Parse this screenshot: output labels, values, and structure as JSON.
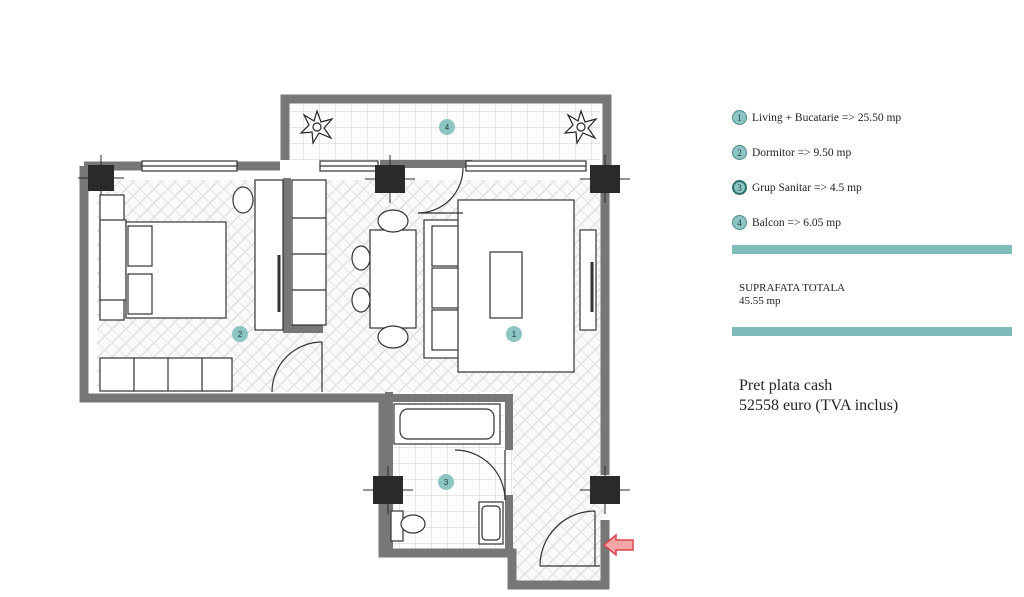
{
  "rooms": [
    {
      "number": "1",
      "name": "Living + Bucatarie",
      "area": "=> 25.50 mp"
    },
    {
      "number": "2",
      "name": "Dormitor",
      "area": "=> 9.50 mp"
    },
    {
      "number": "3",
      "name": "Grup Sanitar",
      "area": "=> 4.5 mp"
    },
    {
      "number": "4",
      "name": "Balcon",
      "area": "=> 6.05 mp"
    }
  ],
  "total": {
    "label": "SUPRAFATA TOTALA",
    "value": "45.55 mp"
  },
  "price": {
    "label": "Pret plata cash",
    "value": "52558 euro (TVA inclus)"
  },
  "colors": {
    "accent": "#7fbcb9",
    "badge": "#8cc5c3",
    "wall": "#777777",
    "column": "#2a2a2a",
    "entry_arrow": "#e8676a"
  }
}
